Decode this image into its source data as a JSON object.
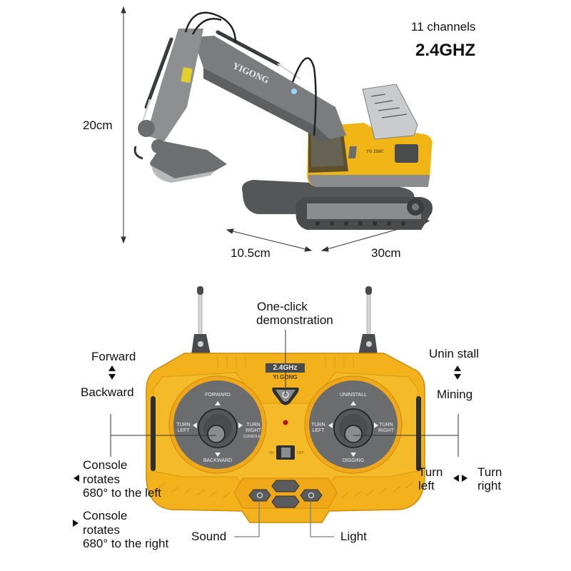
{
  "specs": {
    "channels": "11 channels",
    "frequency": "2.4GHZ"
  },
  "dimensions": {
    "height": "20cm",
    "width": "10.5cm",
    "length": "30cm"
  },
  "excavator": {
    "brand_on_arm": "YIGONG",
    "model_on_body": "YG 258C",
    "colors": {
      "body": "#f2b516",
      "arm": "#7a7c7e",
      "track": "#4a4b4d"
    }
  },
  "remote": {
    "badge_frequency": "2.4GHz",
    "badge_brand": "YI GONG",
    "left_stick": {
      "up": "FORWARD",
      "down": "BACKWARD",
      "left": "TURN LEFT",
      "right": "TURN RIGHT",
      "left_sub": "CONSOLE",
      "right_sub": "CONSOLE"
    },
    "right_stick": {
      "up": "UNINSTALL",
      "down": "DIGGING",
      "left": "TURN LEFT",
      "right": "TURN RIGHT"
    },
    "switch_on": "ON",
    "switch_off": "OFF",
    "colors": {
      "shell": "#f3b21c",
      "shell_dark": "#d89a10",
      "pad": "#6b6c6e",
      "button": "#5a5b5d"
    }
  },
  "callouts": {
    "demo": [
      "One-click",
      "demonstration"
    ],
    "forward": "Forward",
    "backward": "Backward",
    "uninstall": "Unin stall",
    "mining": "Mining",
    "console_left": [
      "Console",
      "rotates",
      "680° to the left"
    ],
    "console_right": [
      "Console",
      "rotates",
      "680° to the right"
    ],
    "turn_left": [
      "Turn",
      "left"
    ],
    "turn_right": [
      "Turn",
      "right"
    ],
    "sound": "Sound",
    "light": "Light"
  }
}
